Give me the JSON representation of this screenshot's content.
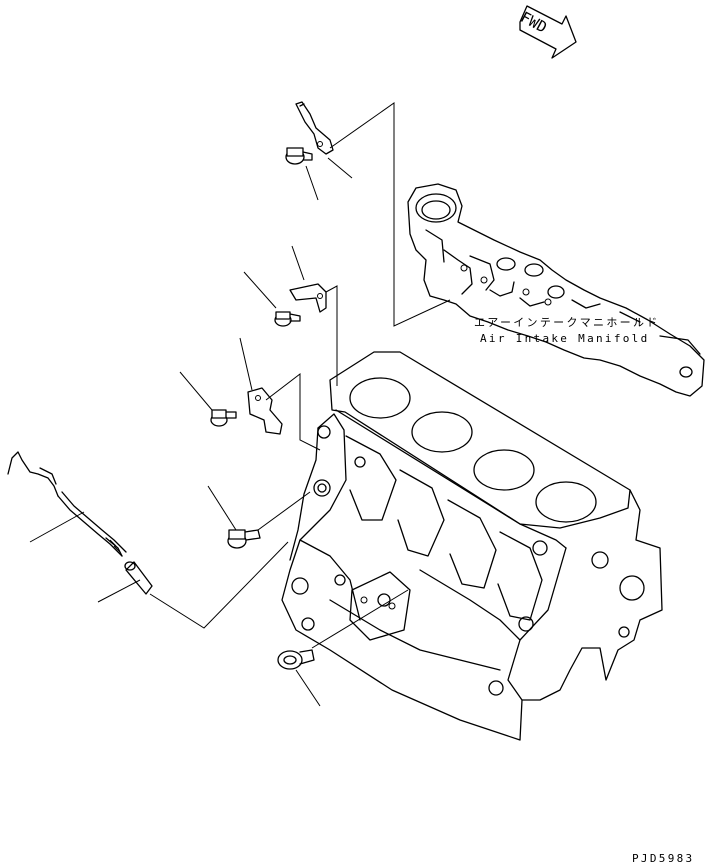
{
  "direction_marker": {
    "text": "FWD"
  },
  "callout": {
    "label_jp": "エアーインテークマニホールド",
    "label_en": "Air Intake Manifold"
  },
  "drawing_id": "PJD5983"
}
